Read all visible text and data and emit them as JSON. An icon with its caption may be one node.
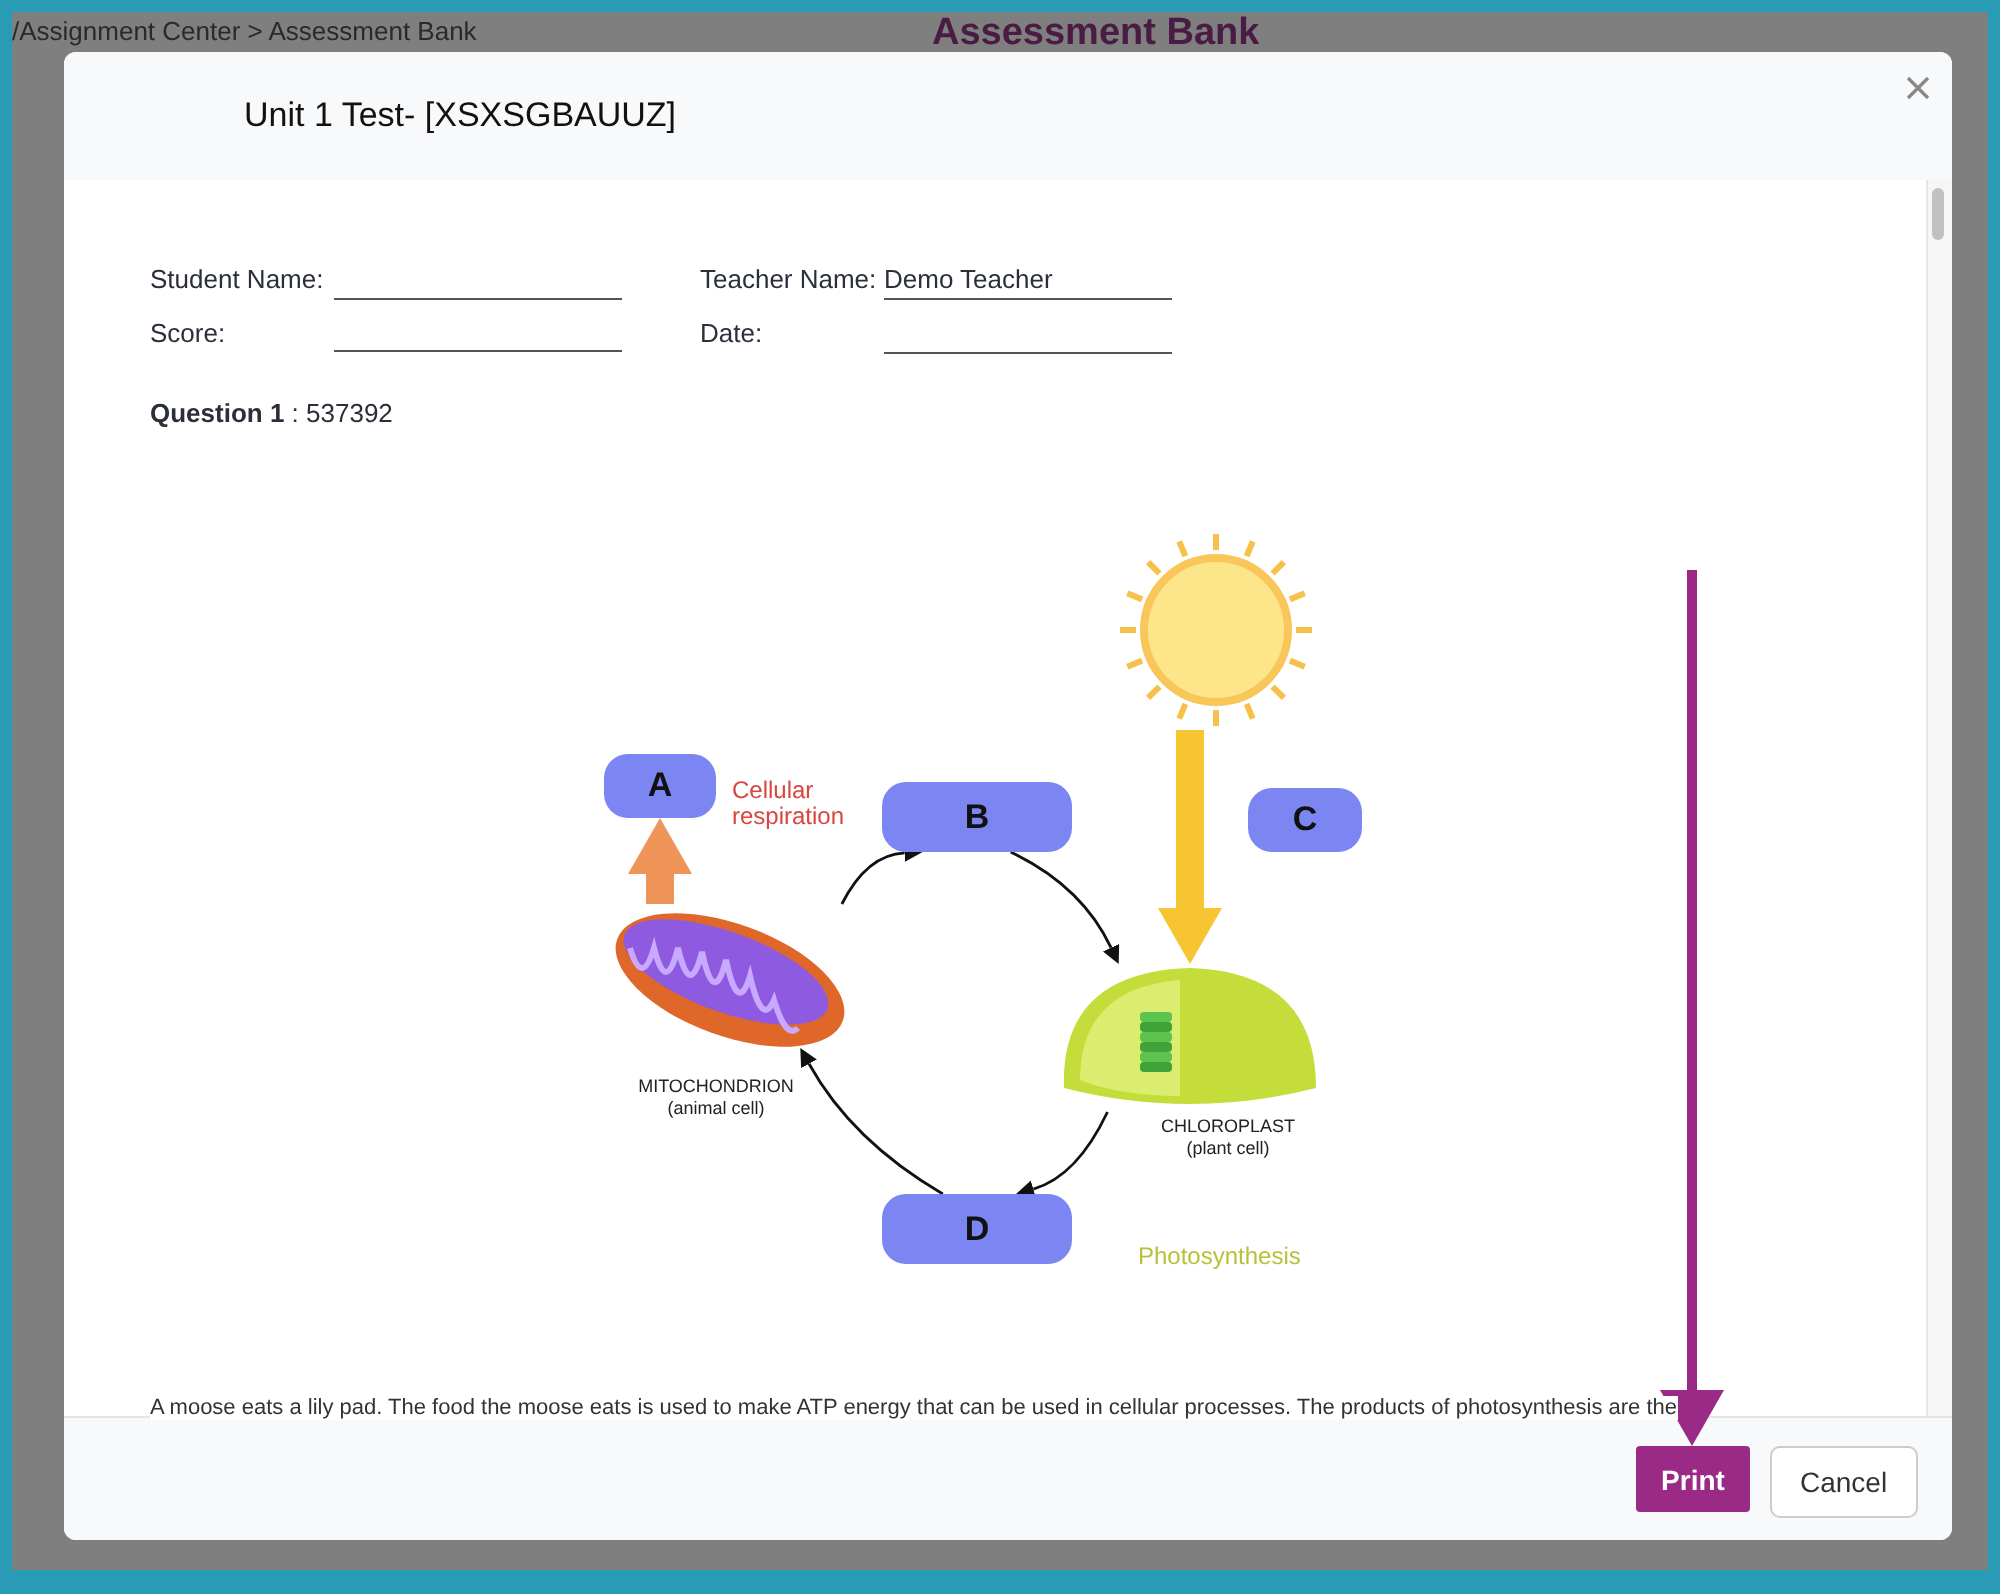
{
  "diagram": {
    "title": "Unit 1 Test- [XSXSGBAUUZ]",
    "nodes": [
      {
        "text": [
          "A"
        ]
      },
      {
        "text": [
          "B"
        ]
      },
      {
        "text": [
          "C"
        ]
      },
      {
        "text": [
          "D"
        ]
      },
      {
        "text": [],
        "shape": "picture",
        "beside": [
          "MITOCHONDRION (animal cell)"
        ]
      },
      {
        "text": [],
        "shape": "picture",
        "beside": [
          "CHLOROPLAST (plant cell)"
        ]
      },
      {
        "text": [],
        "shape": "picture"
      },
      {
        "text": [
          "Print"
        ]
      }
    ],
    "edges": [
      {
        "from": 4,
        "to": 0,
        "arrow": "to",
        "style": "thick",
        "color": "#f0955a"
      },
      {
        "from": 4,
        "to": 1,
        "arrow": "to"
      },
      {
        "from": 1,
        "to": 5,
        "arrow": "to"
      },
      {
        "from": 5,
        "to": 3,
        "arrow": "to"
      },
      {
        "from": 3,
        "to": 4,
        "arrow": "to"
      },
      {
        "from": 6,
        "to": 5,
        "arrow": "to",
        "style": "thick",
        "color": "#f7c531"
      },
      {
        "from": null,
        "to": 7,
        "arrow": "to",
        "style": "thick",
        "color": "#9b2a87"
      }
    ],
    "labels": [
      "/Assignment Center > Assessment Bank",
      "Assessment Bank",
      "Student Name:",
      "Teacher Name:",
      "Demo Teacher",
      "Score:",
      "Date:",
      "**Question 1** : 537392",
      "Cellular respiration",
      "Photosynthesis",
      "A moose eats a lily pad. The food the moose eats is used to make ATP energy that can be used in cellular processes. The products of photosynthesis are the",
      "Cancel"
    ]
  }
}
